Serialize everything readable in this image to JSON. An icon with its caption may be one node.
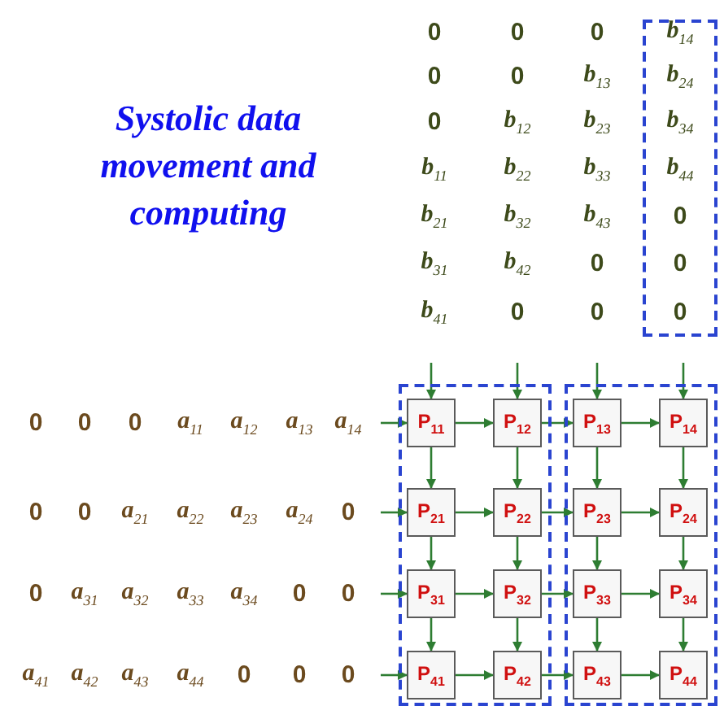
{
  "diagram": {
    "title": "Systolic data movement and computing",
    "nodes": [
      {
        "text": [],
        "shape": "box"
      },
      {
        "text": [],
        "shape": "box"
      },
      {
        "text": [],
        "shape": "box"
      },
      {
        "text": [
          "P$_{11}$"
        ],
        "in": 1
      },
      {
        "text": [
          "P$_{12}$"
        ],
        "in": 1
      },
      {
        "text": [
          "P$_{13}$"
        ],
        "in": 2
      },
      {
        "text": [
          "P$_{14}$"
        ],
        "in": 2
      },
      {
        "text": [
          "P$_{21}$"
        ],
        "in": 1
      },
      {
        "text": [
          "P$_{22}$"
        ],
        "in": 1
      },
      {
        "text": [
          "P$_{23}$"
        ],
        "in": 2
      },
      {
        "text": [
          "P$_{24}$"
        ],
        "in": 2
      },
      {
        "text": [
          "P$_{31}$"
        ],
        "in": 1
      },
      {
        "text": [
          "P$_{32}$"
        ],
        "in": 1
      },
      {
        "text": [
          "P$_{33}$"
        ],
        "in": 2
      },
      {
        "text": [
          "P$_{34}$"
        ],
        "in": 2
      },
      {
        "text": [
          "P$_{41}$"
        ],
        "in": 1
      },
      {
        "text": [
          "P$_{42}$"
        ],
        "in": 1
      },
      {
        "text": [
          "P$_{43}$"
        ],
        "in": 2
      },
      {
        "text": [
          "P$_{44}$"
        ],
        "in": 2
      }
    ],
    "edges": [
      {
        "from": null,
        "to": 3,
        "arrow": "to"
      },
      {
        "from": null,
        "to": 4,
        "arrow": "to"
      },
      {
        "from": null,
        "to": 5,
        "arrow": "to"
      },
      {
        "from": null,
        "to": 6,
        "arrow": "to"
      },
      {
        "from": null,
        "to": 3,
        "arrow": "to"
      },
      {
        "from": null,
        "to": 7,
        "arrow": "to"
      },
      {
        "from": null,
        "to": 11,
        "arrow": "to"
      },
      {
        "from": null,
        "to": 15,
        "arrow": "to"
      },
      {
        "from": 3,
        "to": 4,
        "arrow": "to"
      },
      {
        "from": 4,
        "to": 5,
        "arrow": "to"
      },
      {
        "from": 5,
        "to": 6,
        "arrow": "to"
      },
      {
        "from": 7,
        "to": 8,
        "arrow": "to"
      },
      {
        "from": 8,
        "to": 9,
        "arrow": "to"
      },
      {
        "from": 9,
        "to": 10,
        "arrow": "to"
      },
      {
        "from": 11,
        "to": 12,
        "arrow": "to"
      },
      {
        "from": 12,
        "to": 13,
        "arrow": "to"
      },
      {
        "from": 13,
        "to": 14,
        "arrow": "to"
      },
      {
        "from": 15,
        "to": 16,
        "arrow": "to"
      },
      {
        "from": 16,
        "to": 17,
        "arrow": "to"
      },
      {
        "from": 17,
        "to": 18,
        "arrow": "to"
      },
      {
        "from": 3,
        "to": 7,
        "arrow": "to"
      },
      {
        "from": 7,
        "to": 11,
        "arrow": "to"
      },
      {
        "from": 11,
        "to": 15,
        "arrow": "to"
      },
      {
        "from": 4,
        "to": 8,
        "arrow": "to"
      },
      {
        "from": 8,
        "to": 12,
        "arrow": "to"
      },
      {
        "from": 12,
        "to": 16,
        "arrow": "to"
      },
      {
        "from": 5,
        "to": 9,
        "arrow": "to"
      },
      {
        "from": 9,
        "to": 13,
        "arrow": "to"
      },
      {
        "from": 13,
        "to": 17,
        "arrow": "to"
      },
      {
        "from": 6,
        "to": 10,
        "arrow": "to"
      },
      {
        "from": 10,
        "to": 14,
        "arrow": "to"
      },
      {
        "from": 14,
        "to": 18,
        "arrow": "to"
      }
    ],
    "labels": [
      "0",
      "0",
      "0",
      "b$_{14}$",
      "0",
      "0",
      "b$_{13}$",
      "b$_{24}$",
      "0",
      "b$_{12}$",
      "b$_{23}$",
      "b$_{34}$",
      "b$_{11}$",
      "b$_{22}$",
      "b$_{33}$",
      "b$_{44}$",
      "b$_{21}$",
      "b$_{32}$",
      "b$_{43}$",
      "0",
      "b$_{31}$",
      "b$_{42}$",
      "0",
      "0",
      "b$_{41}$",
      "0",
      "0",
      "0",
      "0",
      "0",
      "0",
      "a$_{11}$",
      "a$_{12}$",
      "a$_{13}$",
      "a$_{14}$",
      "0",
      "0",
      "a$_{21}$",
      "a$_{22}$",
      "a$_{23}$",
      "a$_{24}$",
      "0",
      "0",
      "a$_{31}$",
      "a$_{32}$",
      "a$_{33}$",
      "a$_{34}$",
      "0",
      "0",
      "a$_{41}$",
      "a$_{42}$",
      "a$_{43}$",
      "a$_{44}$",
      "0",
      "0",
      "0"
    ]
  }
}
